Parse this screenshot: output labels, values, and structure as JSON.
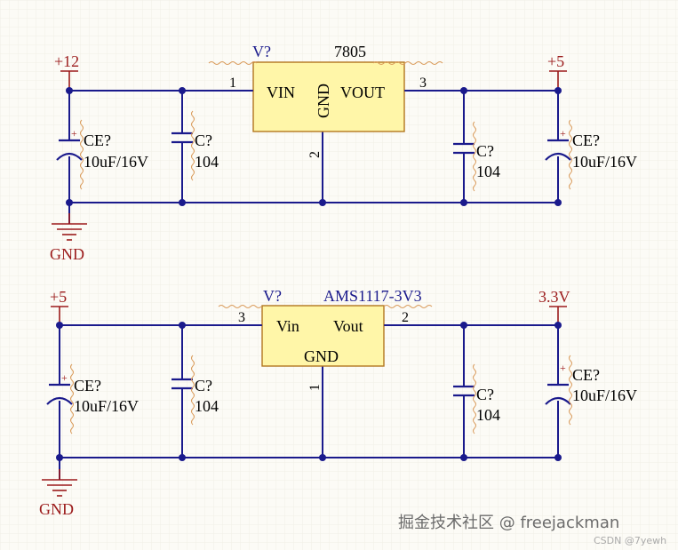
{
  "power_labels": {
    "top_in": "+12",
    "top_out": "+5",
    "bottom_in": "+5",
    "bottom_out": "3.3V",
    "ground": "GND"
  },
  "regulator_top": {
    "designator": "V?",
    "part": "7805",
    "pin_in": "VIN",
    "pin_out": "VOUT",
    "pin_gnd": "GND",
    "pin_in_num": "1",
    "pin_out_num": "3",
    "pin_gnd_num": "2"
  },
  "regulator_bottom": {
    "designator": "V?",
    "part": "AMS1117-3V3",
    "pin_in": "Vin",
    "pin_out": "Vout",
    "pin_gnd": "GND",
    "pin_in_num": "3",
    "pin_out_num": "2",
    "pin_gnd_num": "1"
  },
  "capacitors": {
    "electrolytic_designator": "CE?",
    "electrolytic_value": "10uF/16V",
    "ceramic_designator": "C?",
    "ceramic_value": "104",
    "polarity_mark": "+"
  },
  "watermark": {
    "main": "掘金技术社区 @ freejackman",
    "sub": "CSDN @7yewh"
  },
  "colors": {
    "wire": "#1a1a8c",
    "power": "#9b1b1b",
    "chip_fill": "#fff6a8",
    "chip_border": "#b2771f"
  }
}
